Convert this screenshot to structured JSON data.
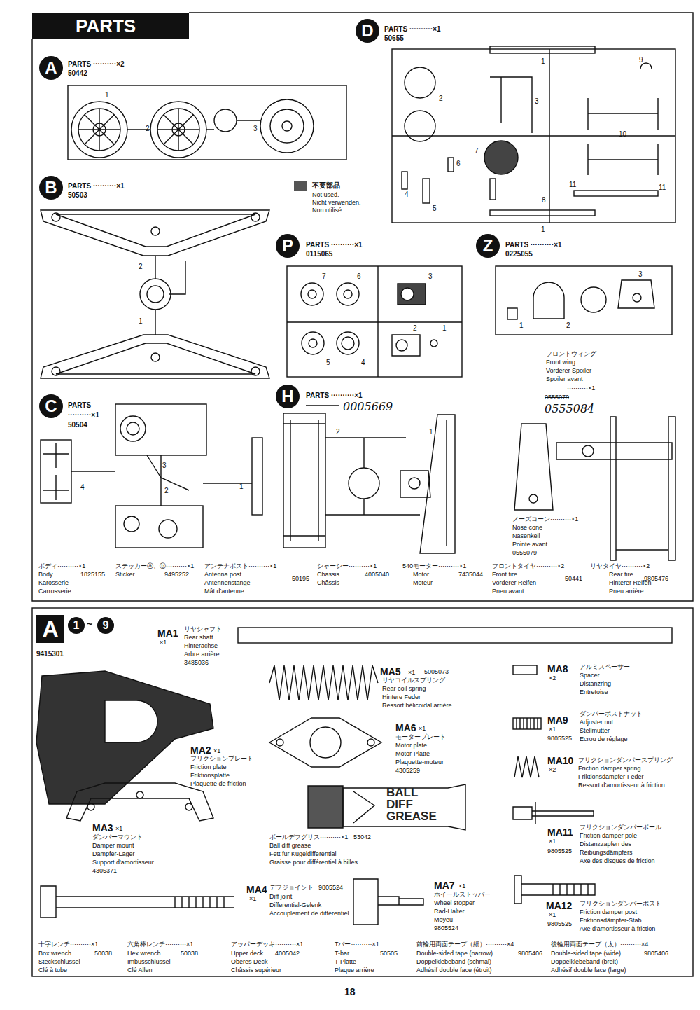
{
  "diagram": {
    "title": "PARTS",
    "labels": [
      "A",
      "PARTS ··········×2",
      "50442",
      "1",
      "2",
      "3",
      "B",
      "PARTS ··········×1",
      "50503",
      "2",
      "1",
      "C",
      "PARTS",
      "··········×1",
      "50504",
      "3",
      "2",
      "4",
      "1",
      "D",
      "PARTS ··········×1",
      "50655",
      "1",
      "9",
      "2",
      "3",
      "10",
      "7",
      "4",
      "6",
      "5",
      "8",
      "11",
      "11",
      "1",
      "Not used.",
      "Nicht verwenden.",
      "Non utilisé.",
      "P",
      "PARTS ··········×1",
      "0115065",
      "7",
      "6",
      "3",
      "2",
      "1",
      "5",
      "4",
      "Z",
      "PARTS ··········×1",
      "0225055",
      "3",
      "1",
      "2",
      "H",
      "PARTS ··········×1",
      "0005669",
      "2",
      "1",
      "フロントウィング",
      "Front wing",
      "Vorderer Spoiler",
      "Spoiler avant",
      "··········×1",
      "0555079",
      "0555084",
      "ノーズコーン··········×1",
      "Nose cone",
      "Nasenkeil",
      "Pointe avant",
      "0555079",
      "ボディ··········×1",
      "Body",
      "1825155",
      "Karosserie",
      "Carrosserie",
      "ステッカーⓐ、ⓑ··········×1",
      "Sticker",
      "9495252",
      "アンテナポスト··········×1",
      "Antenna post",
      "50195",
      "Antennenstange",
      "Mât d'antenne",
      "シャーシー··········×1",
      "Chassis",
      "4005040",
      "Châssis",
      "540モーター··········×1",
      "Motor",
      "7435044",
      "Moteur",
      "フロントタイヤ··········×2",
      "Front tire",
      "50441",
      "Vorderer Reifen",
      "Pneu avant",
      "リヤタイヤ··········×2",
      "Rear tire",
      "9805476",
      "Hinterer Reifen",
      "Pneu arrière",
      "A",
      "1",
      "~",
      "9",
      "9415301",
      "MA1",
      "×1",
      "リヤシャフト",
      "Rear shaft",
      "Hinterachse",
      "Arbre arrière",
      "3485036",
      "MA5",
      "×1",
      "5005073",
      "リヤコイルスプリング",
      "Rear coil spring",
      "Hintere Feder",
      "Ressort hélicoidal arrière",
      "MA8",
      "×2",
      "アルミスペーサー",
      "Spacer",
      "Distanzring",
      "Entretoise",
      "MA9",
      "×1",
      "9805525",
      "ダンパーポストナット",
      "Adjuster nut",
      "Stellmutter",
      "Ecrou de réglage",
      "MA10",
      "×2",
      "フリクションダンパースプリング",
      "Friction damper spring",
      "Friktionsdämpfer-Feder",
      "Ressort d'amortisseur à friction",
      "MA11",
      "×1",
      "9805525",
      "フリクションダンパーポール",
      "Friction damper pole",
      "Distanzzapfen des",
      "Reibungsdämpfers",
      "Axe des disques de friction",
      "MA12",
      "×1",
      "9805525",
      "フリクションダンパーポスト",
      "Friction damper post",
      "Friktionsdämpfer-Stab",
      "Axe d'amortisseur à friction",
      "MA6",
      "×1",
      "モータープレート",
      "Motor plate",
      "Motor-Platte",
      "Plaquette-moteur",
      "4305259",
      "MA2",
      "×1",
      "フリクションプレート",
      "Friction plate",
      "Friktionsplatte",
      "Plaquette de friction",
      "MA3",
      "×1",
      "ダンパーマウント",
      "Damper mount",
      "Dämpfer-Lager",
      "Support d'amortisseur",
      "4305371",
      "ボールデフグリス··········×1",
      "53042",
      "Ball diff grease",
      "Fett für Kugeldifferential",
      "Graisse pour différentiel à billes",
      "BALL DIFF GREASE",
      "MA4",
      "×1",
      "デフジョイント",
      "9805524",
      "Diff joint",
      "Differential-Gelenk",
      "Accouplement de différentiel",
      "MA7",
      "×1",
      "ホイールストッパー",
      "Wheel stopper",
      "Rad-Halter",
      "Moyeu",
      "9805524",
      "十字レンチ··········×1",
      "Box wrench",
      "50038",
      "Steckschlüssel",
      "Clé à tube",
      "六角棒レンチ··········×1",
      "Hex wrench",
      "50038",
      "Imbusschlüssel",
      "Clé Allen",
      "アッパーデッキ··········×1",
      "Upper deck",
      "4005042",
      "Oberes Deck",
      "Châssis supérieur",
      "Tバー··········×1",
      "T-bar",
      "50505",
      "T-Platte",
      "Plaque arrière",
      "前輪用両面テープ（細）··········×4",
      "Double-sided tape (narrow)",
      "9805406",
      "Doppelklebeband (schmal)",
      "Adhésif double face (étroit)",
      "後輪用両面テープ（太）··········×4",
      "Double-sided tape (wide)",
      "9805406",
      "Doppelklebeband (breit)",
      "Adhésif double face (large)",
      "18"
    ],
    "legend": [
      {
        "text": "不要部品",
        "color": "#555555"
      }
    ]
  }
}
